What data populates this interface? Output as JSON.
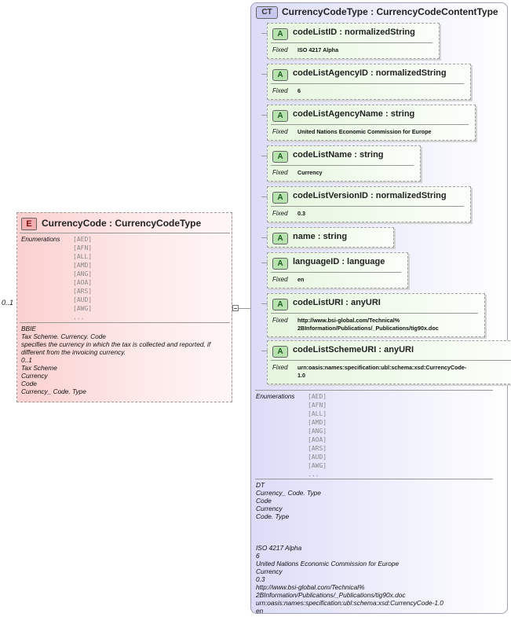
{
  "element": {
    "badge": "E",
    "title": "CurrencyCode : CurrencyCodeType",
    "occurs": "0..1",
    "enumerations_label": "Enumerations",
    "enumerations": [
      "[AED]",
      "[AFN]",
      "[ALL]",
      "[AMD]",
      "[ANG]",
      "[AOA]",
      "[ARS]",
      "[AUD]",
      "[AWG]",
      "..."
    ],
    "notes": [
      "BBIE",
      "Tax Scheme. Currency. Code",
      "specifies the currency in which the tax is collected and reported, if",
      "different from the invoicing currency.",
      "0..1",
      "Tax Scheme",
      "Currency",
      "Code",
      "Currency_ Code. Type"
    ]
  },
  "complex_type": {
    "badge": "CT",
    "title": "CurrencyCodeType : CurrencyCodeContentType",
    "fixed_label": "Fixed",
    "attributes": [
      {
        "badge": "A",
        "name": "codeListID : normalizedString",
        "fixed": [
          "ISO 4217 Alpha"
        ]
      },
      {
        "badge": "A",
        "name": "codeListAgencyID : normalizedString",
        "fixed": [
          "6"
        ]
      },
      {
        "badge": "A",
        "name": "codeListAgencyName : string",
        "fixed": [
          "United Nations Economic Commission for Europe"
        ]
      },
      {
        "badge": "A",
        "name": "codeListName : string",
        "fixed": [
          "Currency"
        ]
      },
      {
        "badge": "A",
        "name": "codeListVersionID : normalizedString",
        "fixed": [
          "0.3"
        ]
      },
      {
        "badge": "A",
        "name": "name       : string",
        "fixed": []
      },
      {
        "badge": "A",
        "name": "languageID : language",
        "fixed": [
          "en"
        ]
      },
      {
        "badge": "A",
        "name": "codeListURI : anyURI",
        "fixed": [
          "http://www.bsi-global.com/Technical%",
          "2BInformation/Publications/_Publications/tig90x.doc"
        ]
      },
      {
        "badge": "A",
        "name": "codeListSchemeURI : anyURI",
        "fixed": [
          "urn:oasis:names:specification:ubl:schema:xsd:CurrencyCode-",
          "1.0"
        ]
      }
    ],
    "enumerations_label": "Enumerations",
    "enumerations": [
      "[AED]",
      "[AFN]",
      "[ALL]",
      "[AMD]",
      "[ANG]",
      "[AOA]",
      "[ARS]",
      "[AUD]",
      "[AWG]",
      "..."
    ],
    "notes": [
      "DT",
      "Currency_ Code. Type",
      "Code",
      "Currency",
      "Code. Type",
      "",
      "",
      "",
      "ISO 4217 Alpha",
      "6",
      "United Nations Economic Commission for Europe",
      "Currency",
      "0.3",
      "http://www.bsi-global.com/Technical%",
      "2BInformation/Publications/_Publications/tig90x.doc",
      "urn:oasis:names:specification:ubl:schema:xsd:CurrencyCode-1.0",
      "en"
    ]
  }
}
